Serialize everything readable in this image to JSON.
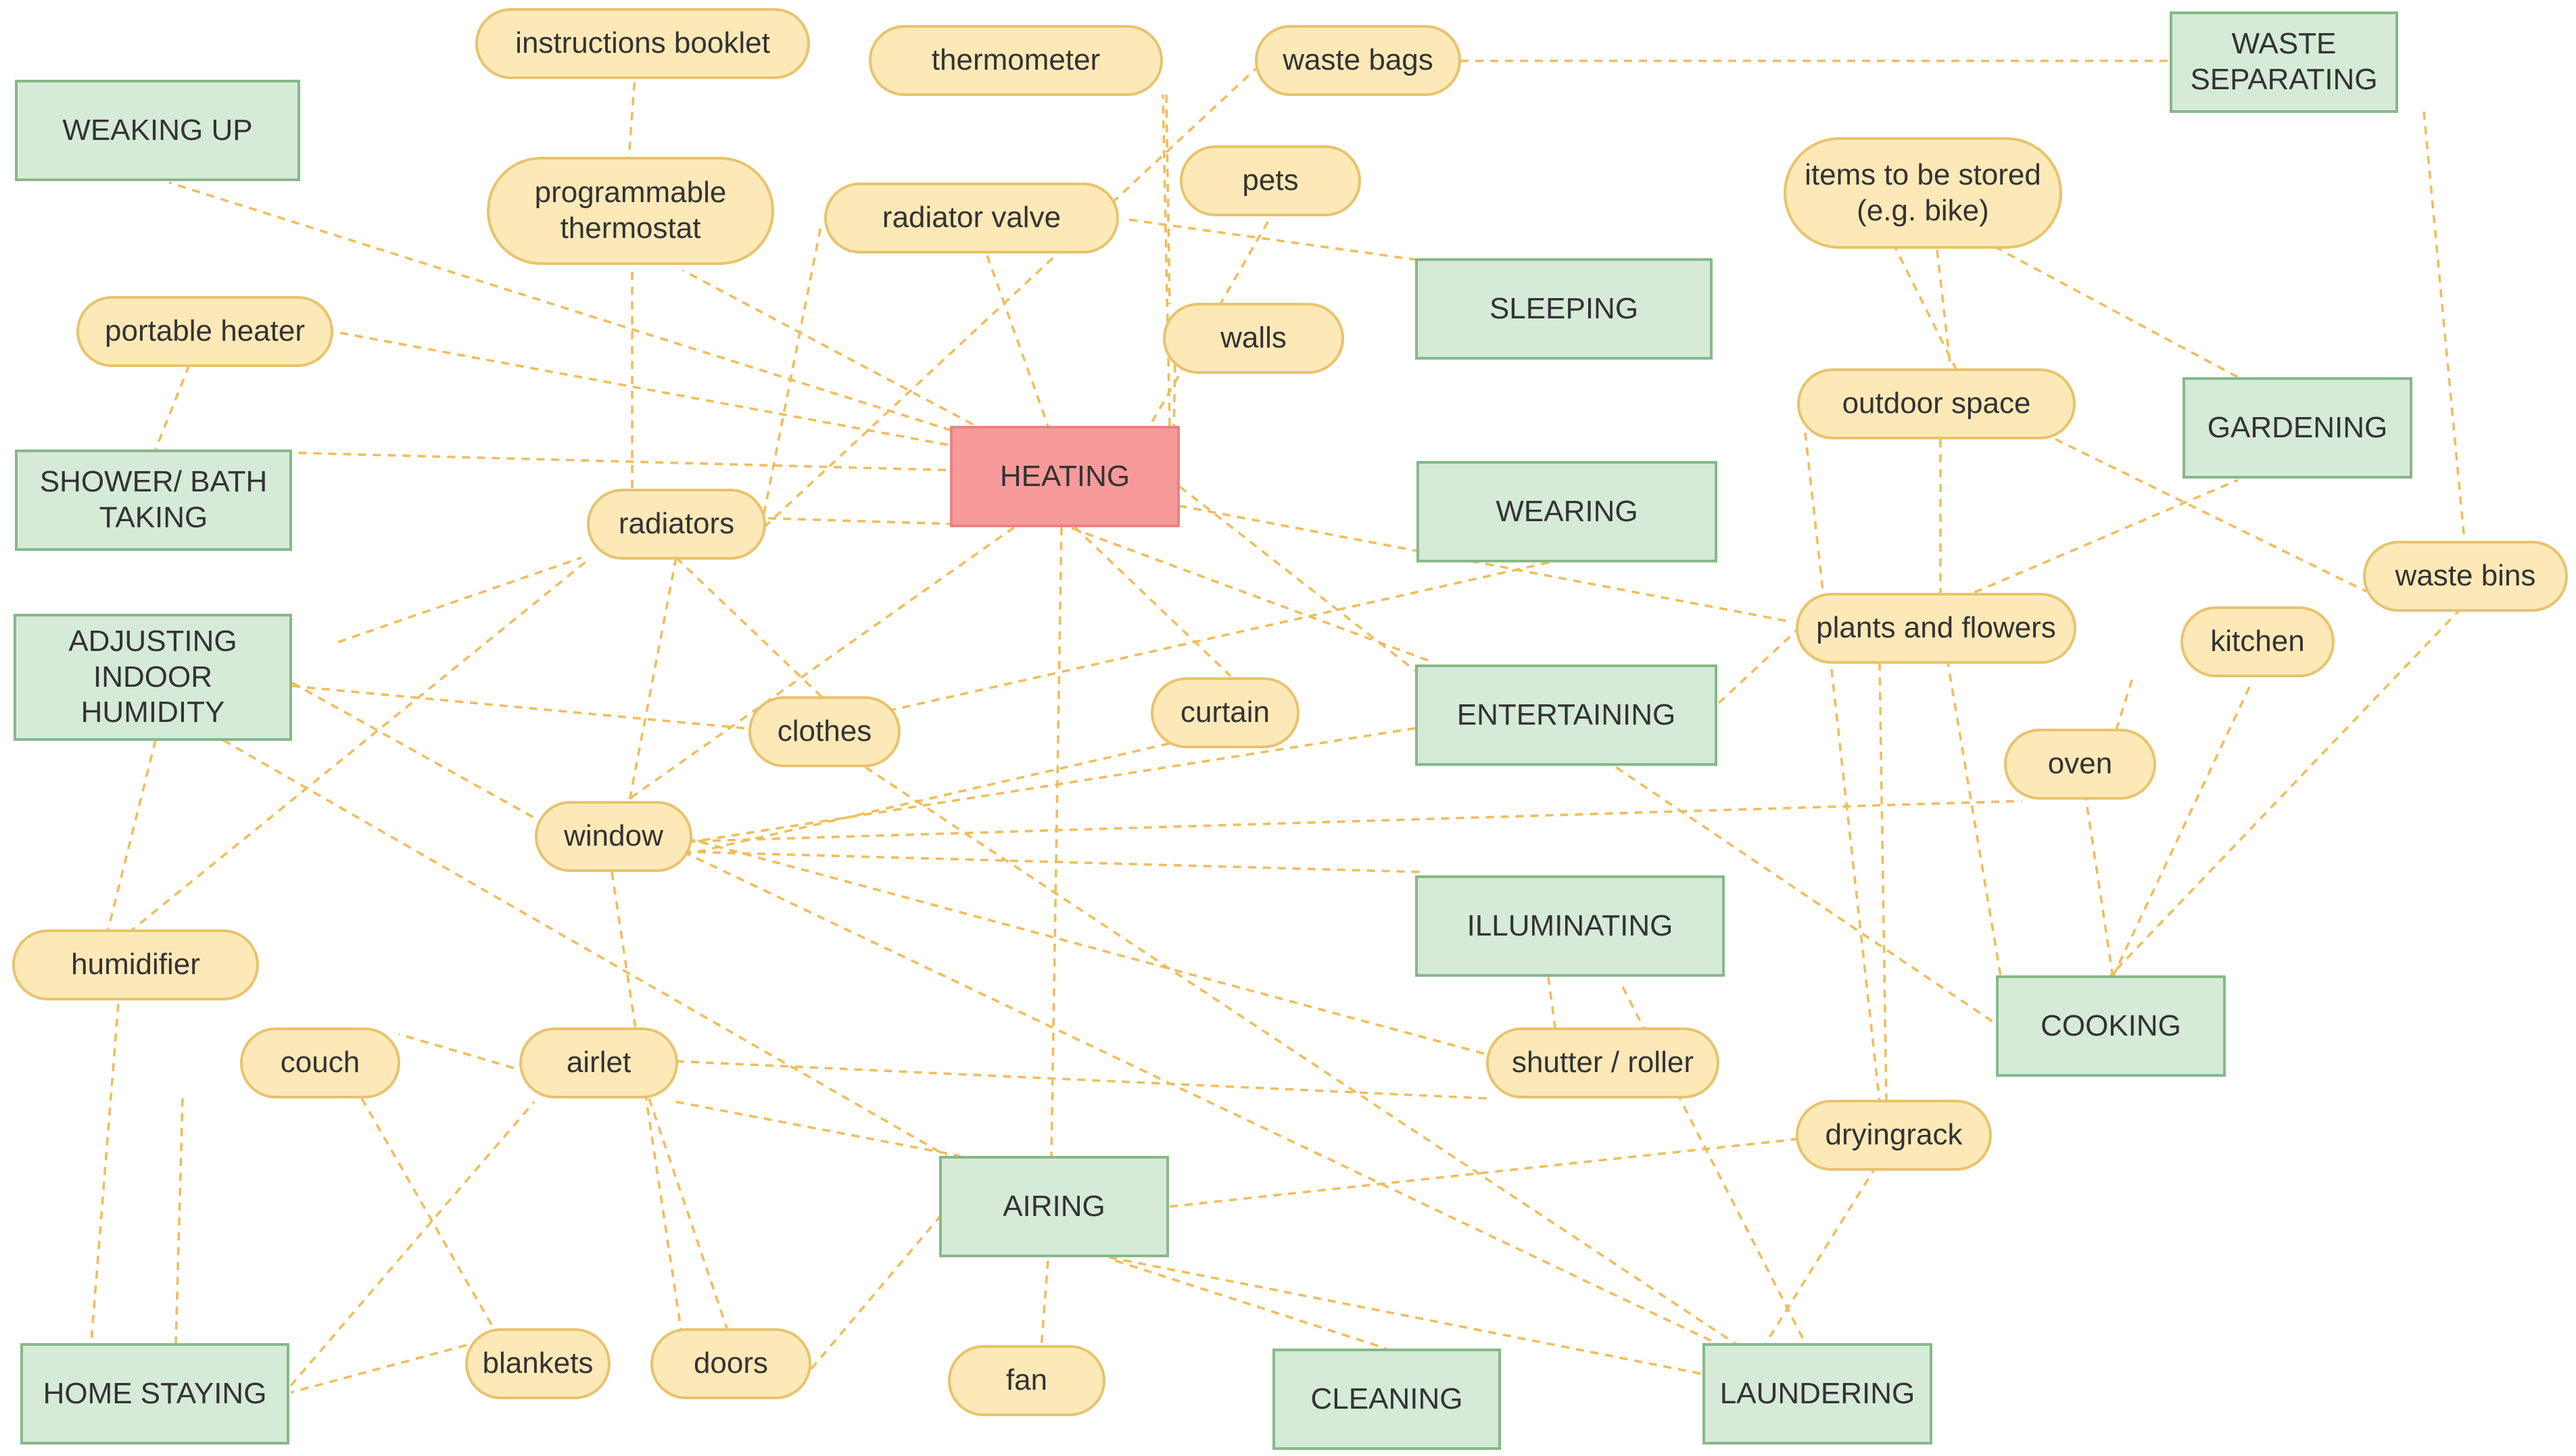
{
  "colors": {
    "activity_fill": "#d6ead8",
    "activity_border": "#86b988",
    "object_fill": "#fde9b8",
    "object_border": "#e7c36c",
    "central_fill": "#f99a9a",
    "edge": "#f0bd5c"
  },
  "nodes": {
    "heating": "HEATING",
    "weaking_up": "WEAKING UP",
    "shower_bath": "SHOWER/ BATH\nTAKING",
    "adjusting_humidity": "ADJUSTING\nINDOOR\nHUMIDITY",
    "sleeping": "SLEEPING",
    "wearing": "WEARING",
    "entertaining": "ENTERTAINING",
    "illuminating": "ILLUMINATING",
    "waste_separating": "WASTE\nSEPARATING",
    "gardening": "GARDENING",
    "cooking": "COOKING",
    "airing": "AIRING",
    "cleaning": "CLEANING",
    "laundering": "LAUNDERING",
    "home_staying": "HOME STAYING",
    "instructions_booklet": "instructions booklet",
    "thermometer": "thermometer",
    "waste_bags": "waste bags",
    "programmable_thermostat": "programmable\nthermostat",
    "radiator_valve": "radiator valve",
    "pets": "pets",
    "walls": "walls",
    "portable_heater": "portable heater",
    "items_stored": "items to be stored\n(e.g. bike)",
    "outdoor_space": "outdoor space",
    "radiators": "radiators",
    "waste_bins": "waste bins",
    "plants_flowers": "plants and flowers",
    "kitchen": "kitchen",
    "clothes": "clothes",
    "curtain": "curtain",
    "oven": "oven",
    "window": "window",
    "humidifier": "humidifier",
    "couch": "couch",
    "airlet": "airlet",
    "shutter_roller": "shutter / roller",
    "dryingrack": "dryingrack",
    "blankets": "blankets",
    "doors": "doors",
    "fan": "fan"
  }
}
